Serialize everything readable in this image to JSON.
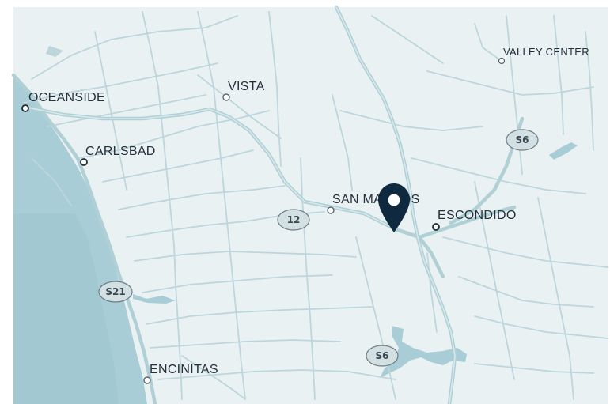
{
  "map": {
    "colors": {
      "land": "#e9f1f3",
      "water": "#a9cdd6",
      "water_deep": "#9cc4ce",
      "road": "#bcd6dc",
      "road_major": "#b0d0d6",
      "label": "#23303a",
      "marker": "#0f2a3f"
    },
    "cities": [
      {
        "id": "oceanside",
        "name": "OCEANSIDE"
      },
      {
        "id": "vista",
        "name": "VISTA"
      },
      {
        "id": "carlsbad",
        "name": "CARLSBAD"
      },
      {
        "id": "san-marcos",
        "name": "SAN MARCOS"
      },
      {
        "id": "escondido",
        "name": "ESCONDIDO"
      },
      {
        "id": "valley-center",
        "name": "VALLEY CENTER"
      },
      {
        "id": "encinitas",
        "name": "ENCINITAS"
      }
    ],
    "route_shields": [
      {
        "id": "route-12",
        "label": "12"
      },
      {
        "id": "route-s21",
        "label": "S21"
      },
      {
        "id": "route-s6-north",
        "label": "S6"
      },
      {
        "id": "route-s6-south",
        "label": "S6"
      }
    ],
    "marker": {
      "icon": "location-pin-icon"
    }
  }
}
